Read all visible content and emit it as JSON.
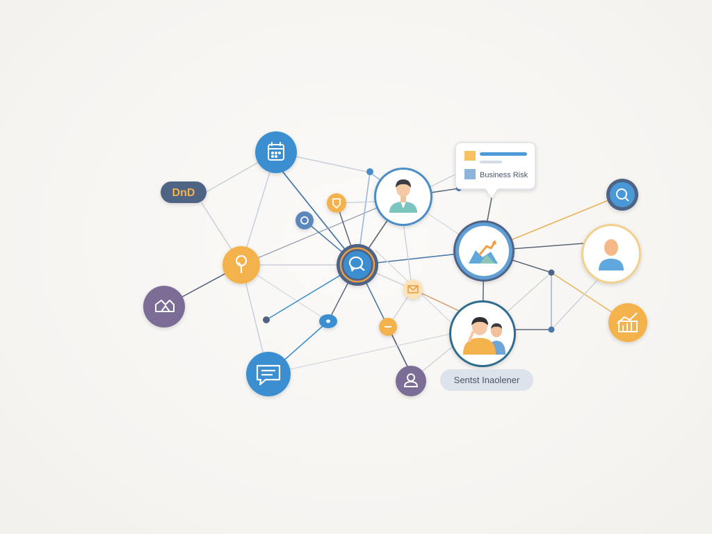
{
  "colors": {
    "background": "#f6f4f1",
    "blue": "#3b8fd0",
    "dark_blue": "#4a78a8",
    "orange": "#f3b24c",
    "purple": "#7b6d96",
    "slate": "#4f6385",
    "line_gray": "#c9cfd8",
    "line_dark": "#5a6578",
    "line_orange": "#e9b25a"
  },
  "labels": {
    "left_pill": "DnD",
    "card_text": "Business Risk",
    "bottom_pill": "Sentst Inaolener"
  },
  "nodes": [
    {
      "id": "calendar",
      "icon": "calendar-icon"
    },
    {
      "id": "dnd-pill",
      "icon": "none"
    },
    {
      "id": "small-blue-left",
      "icon": "clip-icon"
    },
    {
      "id": "bulb",
      "icon": "bulb-icon"
    },
    {
      "id": "purple-left",
      "icon": "handshake-icon"
    },
    {
      "id": "hub",
      "icon": "search-chat-icon"
    },
    {
      "id": "orange-small-top",
      "icon": "badge-icon"
    },
    {
      "id": "avatar-man",
      "icon": "person-icon"
    },
    {
      "id": "chart-circle",
      "icon": "trend-icon"
    },
    {
      "id": "card",
      "icon": "card-icon"
    },
    {
      "id": "blue-right-small",
      "icon": "settings-icon"
    },
    {
      "id": "avatar-right",
      "icon": "person-icon"
    },
    {
      "id": "orange-chart",
      "icon": "bar-chart-icon"
    },
    {
      "id": "people",
      "icon": "people-icon"
    },
    {
      "id": "chat",
      "icon": "chat-icon"
    },
    {
      "id": "purple-bottom",
      "icon": "user-pin-icon"
    },
    {
      "id": "orange-mini",
      "icon": "dash-icon"
    },
    {
      "id": "mail",
      "icon": "mail-icon"
    },
    {
      "id": "blue-drop",
      "icon": "dot-icon"
    }
  ]
}
